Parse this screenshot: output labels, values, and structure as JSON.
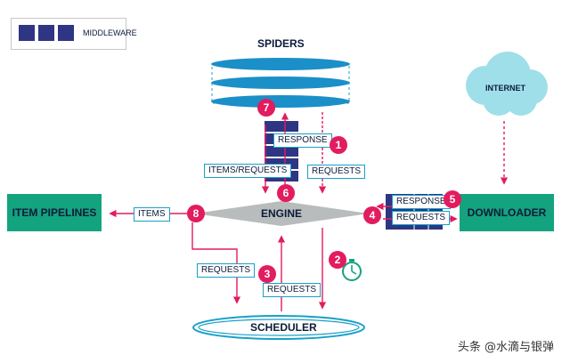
{
  "legend": {
    "label": "MIDDLEWARE"
  },
  "nodes": {
    "spiders": "SPIDERS",
    "internet": "INTERNET",
    "item_pipelines": "ITEM PIPELINES",
    "engine": "ENGINE",
    "downloader": "DOWNLOADER",
    "scheduler": "SCHEDULER"
  },
  "edge_labels": {
    "response_spider": "RESPONSE",
    "items_requests": "ITEMS/REQUESTS",
    "requests_1": "REQUESTS",
    "items": "ITEMS",
    "response_dl": "RESPONSE",
    "requests_dl": "REQUESTS",
    "requests_8": "REQUESTS",
    "requests_3": "REQUESTS"
  },
  "steps": [
    "1",
    "2",
    "3",
    "4",
    "5",
    "6",
    "7",
    "8"
  ],
  "colors": {
    "accent": "#e31b5f",
    "green": "#14a37f",
    "blue_dark": "#2e3582",
    "cyan": "#19a0c8",
    "engine_gray": "#b9bcbd",
    "cloud": "#9fdfe9"
  },
  "watermark": "头条 @水滴与银弹"
}
